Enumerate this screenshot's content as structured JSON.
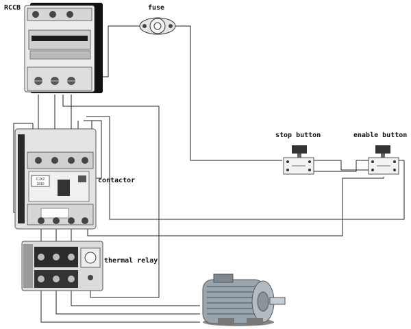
{
  "labels": {
    "rccb": "RCCB",
    "fuse": "fuse",
    "stop_button": "stop button",
    "enable_button": "enable button",
    "contactor": "contactor",
    "thermal_relay": "thermal relay"
  },
  "device_markings": {
    "contactor_brand": "CJX2",
    "contactor_model": "1810"
  },
  "colors": {
    "wire": "#222222",
    "device_body": "#e8e8e8",
    "device_dark": "#2a2a2a",
    "button_cap": "#333333",
    "motor": "#9aa4ad"
  }
}
